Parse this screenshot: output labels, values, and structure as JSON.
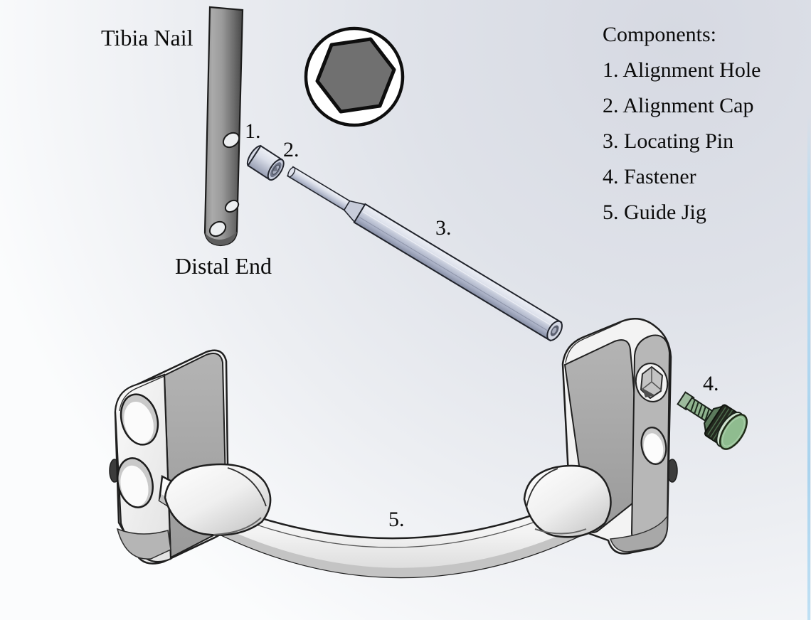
{
  "figure_labels": {
    "tibia_nail": "Tibia Nail",
    "distal_end": "Distal End"
  },
  "legend": {
    "title": "Components:",
    "items": [
      "1. Alignment Hole",
      "2. Alignment Cap",
      "3. Locating Pin",
      "4. Fastener",
      "5. Guide Jig"
    ]
  },
  "callouts": [
    "1.",
    "2.",
    "3.",
    "4.",
    "5."
  ],
  "colors": {
    "background_top_right": "#d6d9e2",
    "background_bottom": "#fbfcfd",
    "nail_gray": "#8f8f8f",
    "jig_white": "#f3f3f3",
    "jig_face_gray": "#a8a8a8",
    "pin_lavender": "#c3c9d9",
    "fastener_green": "#8fbc8f",
    "hex_section_gray": "#707070",
    "right_edge_blue": "#b9dcf2",
    "outline": "#1f1f1f"
  }
}
